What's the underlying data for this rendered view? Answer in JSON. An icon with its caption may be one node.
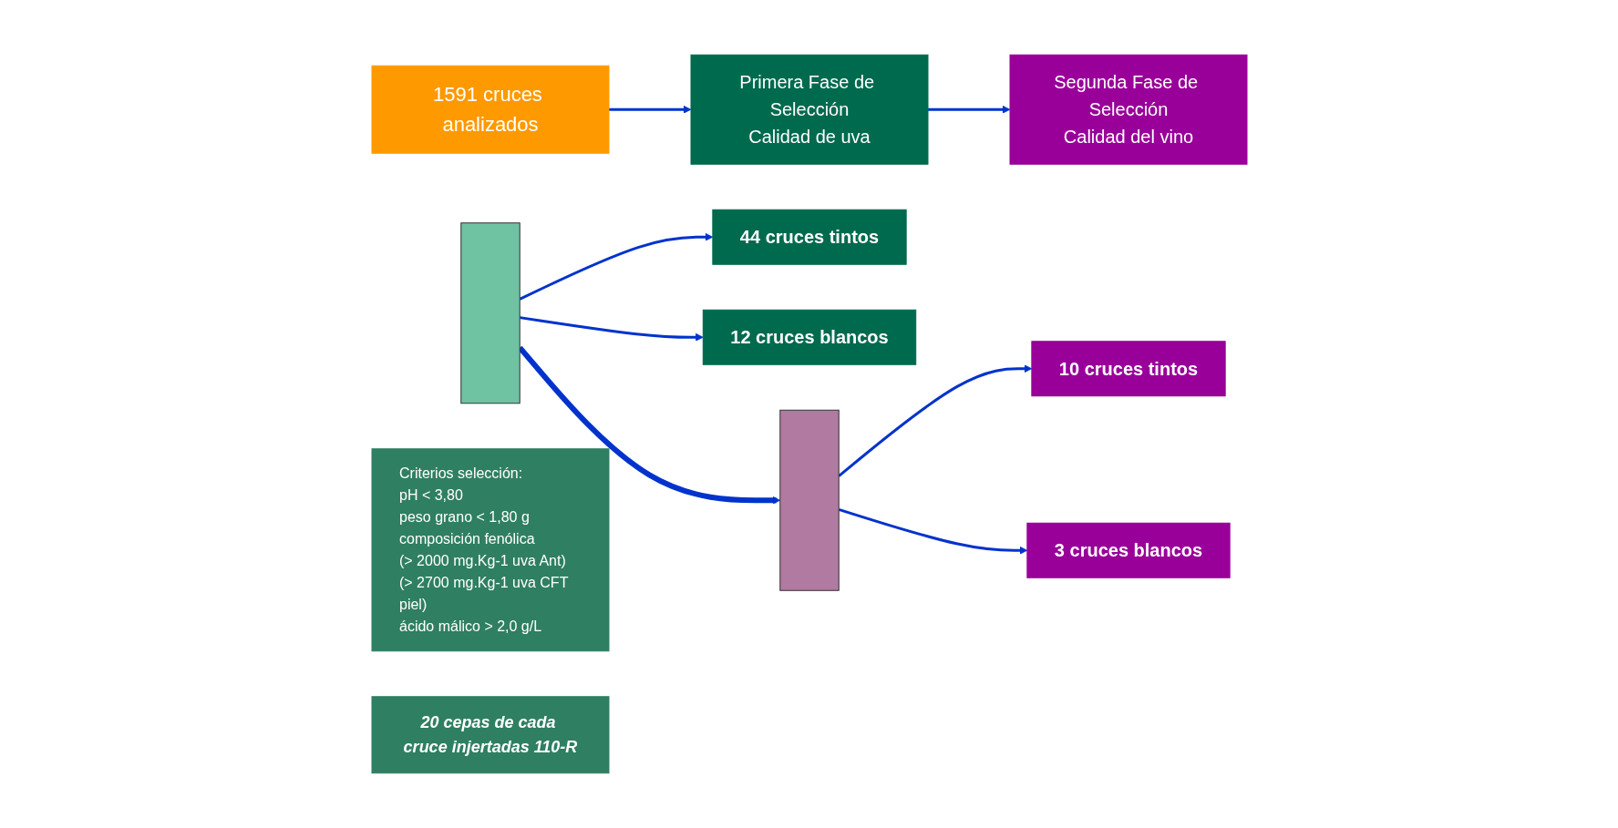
{
  "diagram": {
    "nodes": [
      {
        "text": [
          "1591 cruces analizados"
        ]
      },
      {
        "text": [
          "Primera Fase de Selección",
          "Calidad de uva"
        ]
      },
      {
        "text": [
          "Segunda Fase de Selección",
          "Calidad del vino"
        ]
      },
      {
        "text": [
          "Criterios selección:",
          "pH < 3,80",
          "peso grano < 1,80 g",
          "composición fenólica",
          "(> 2000 mg.Kg-1 uva Ant)",
          "(> 2700 mg.Kg-1 uva CFT piel)",
          "ácido málico > 2,0 g/L"
        ]
      },
      {
        "text": [],
        "shape": "bar"
      },
      {
        "text": [
          "44 cruces tintos"
        ]
      },
      {
        "text": [
          "12 cruces blancos"
        ]
      },
      {
        "text": [
          "20 cepas de cada cruce injertadas 110-R"
        ]
      },
      {
        "text": [],
        "shape": "bar"
      },
      {
        "text": [
          "10 cruces tintos"
        ]
      },
      {
        "text": [
          "3 cruces blancos"
        ]
      }
    ],
    "edges": [
      {
        "from": 0,
        "to": 1,
        "arrow": "to"
      },
      {
        "from": 1,
        "to": 2,
        "arrow": "to"
      },
      {
        "from": 4,
        "to": 5,
        "arrow": "to"
      },
      {
        "from": 4,
        "to": 6,
        "arrow": "to"
      },
      {
        "from": 4,
        "to": 8,
        "arrow": "to",
        "style": "thick"
      },
      {
        "from": 8,
        "to": 9,
        "arrow": "to"
      },
      {
        "from": 8,
        "to": 10,
        "arrow": "to"
      }
    ]
  }
}
